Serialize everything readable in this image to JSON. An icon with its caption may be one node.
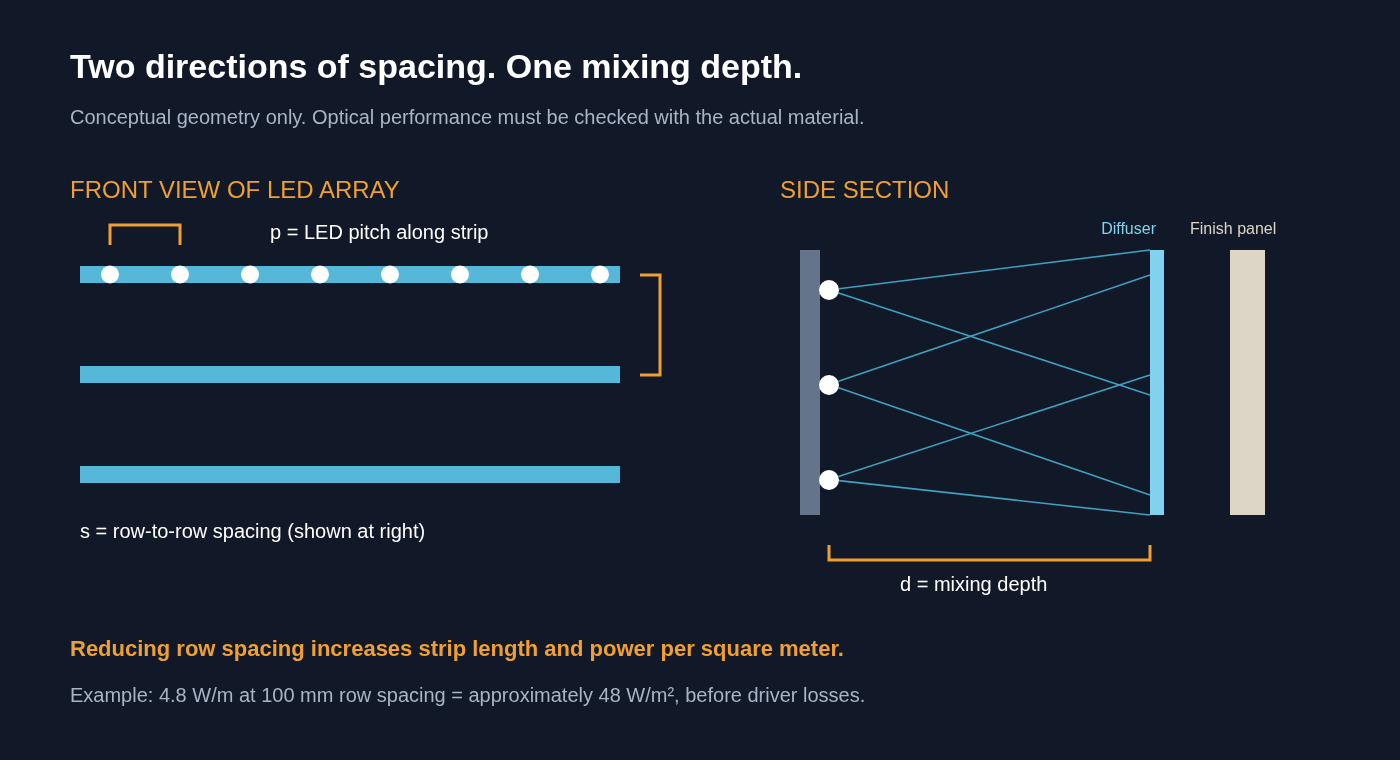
{
  "diagram": {
    "title": "Two directions of spacing. One mixing depth.",
    "nodes": [
      {
        "text": [
          "Diffuser"
        ]
      },
      {
        "text": [
          "Finish panel"
        ]
      },
      {
        "text": [],
        "shape": "bar"
      },
      {
        "text": [],
        "shape": "circle"
      },
      {
        "text": [],
        "shape": "circle"
      },
      {
        "text": [],
        "shape": "circle"
      }
    ],
    "edges": [
      {
        "from": 3,
        "to": 0,
        "arrow": "none"
      },
      {
        "from": 3,
        "to": 0,
        "arrow": "none"
      },
      {
        "from": 4,
        "to": 0,
        "arrow": "none"
      },
      {
        "from": 4,
        "to": 0,
        "arrow": "none"
      },
      {
        "from": 5,
        "to": 0,
        "arrow": "none"
      },
      {
        "from": 5,
        "to": 0,
        "arrow": "none"
      }
    ],
    "labels": [
      "Conceptual geometry only. Optical performance must be checked with the actual material.",
      "FRONT VIEW OF LED ARRAY",
      "SIDE SECTION",
      "p = LED pitch along strip",
      "s = row-to-row spacing (shown at right)",
      "d = mixing depth",
      "Reducing row spacing increases strip length and power per square meter.",
      "Example: 4.8 W/m at 100 mm row spacing = approximately 48 W/m², before driver losses."
    ]
  }
}
